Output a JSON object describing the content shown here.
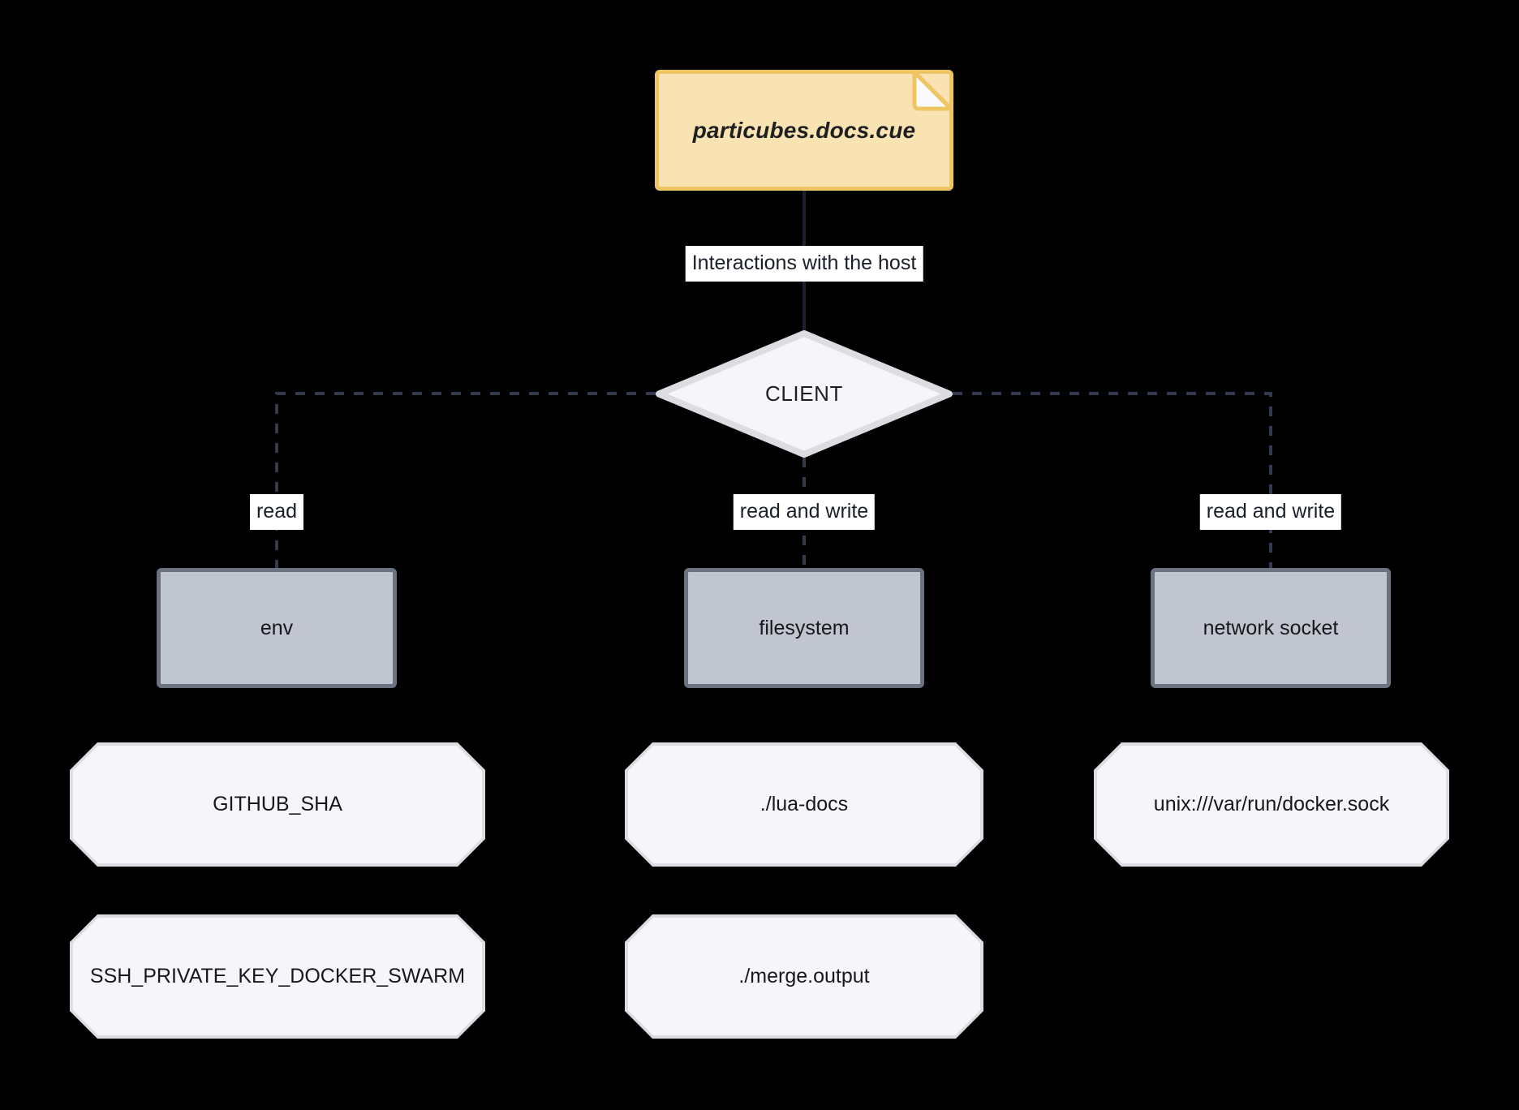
{
  "diagram": {
    "title_note": "particubes.docs.cue",
    "root_edge_label": "Interactions with the host",
    "decision": "CLIENT",
    "colors": {
      "background": "#000000",
      "note_fill": "#fae3b2",
      "note_border": "#eec563",
      "decision_fill": "#f6f6f8",
      "decision_border": "#dcdce3",
      "resource_fill": "#c0c5d0",
      "resource_border": "#6b7280",
      "leaf_fill": "#f6f6f8",
      "leaf_border": "#dcdce3",
      "edge_stroke": "#1c2030",
      "label_bg": "#ffffff"
    },
    "branches": [
      {
        "edge_label": "read",
        "resource": "env",
        "leaves": [
          "GITHUB_SHA",
          "SSH_PRIVATE_KEY_DOCKER_SWARM"
        ]
      },
      {
        "edge_label": "read and write",
        "resource": "filesystem",
        "leaves": [
          "./lua-docs",
          "./merge.output"
        ]
      },
      {
        "edge_label": "read and write",
        "resource": "network socket",
        "leaves": [
          "unix:///var/run/docker.sock"
        ]
      }
    ]
  }
}
